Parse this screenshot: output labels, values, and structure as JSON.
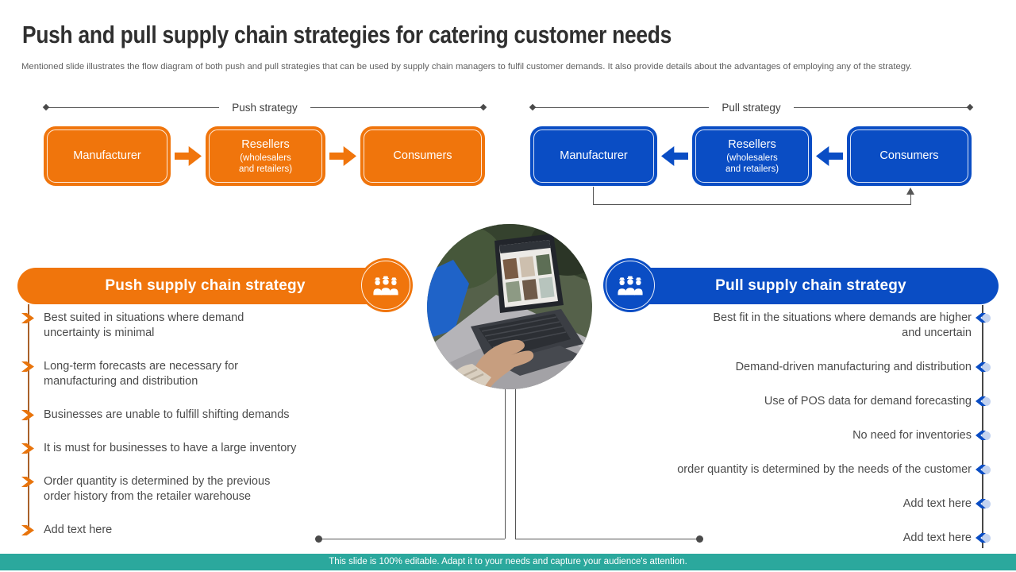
{
  "slide": {
    "title": "Push and pull supply chain strategies for catering customer needs",
    "subtitle": "Mentioned slide illustrates the flow diagram of both push and pull strategies that can be used by supply chain managers to fulfil customer demands. It also provide details about the advantages of employing any of the strategy.",
    "footer": "This slide is 100% editable. Adapt it to your needs and capture your audience's attention."
  },
  "colors": {
    "orange": "#F0750C",
    "blue": "#0A4DC4",
    "teal_footer": "#2BA89D",
    "connector_gray": "#555555",
    "push_line_brown": "#A9612B",
    "body_text": "#4B4B4B"
  },
  "push_flow": {
    "label": "Push strategy",
    "nodes": [
      {
        "title": "Manufacturer"
      },
      {
        "title": "Resellers",
        "subtitle": "(wholesalers\nand retailers)"
      },
      {
        "title": "Consumers"
      }
    ]
  },
  "pull_flow": {
    "label": "Pull strategy",
    "nodes": [
      {
        "title": "Manufacturer"
      },
      {
        "title": "Resellers",
        "subtitle": "(wholesalers\nand retailers)"
      },
      {
        "title": "Consumers"
      }
    ]
  },
  "push_panel": {
    "title": "Push supply chain strategy",
    "icon": "people-group-icon",
    "items": [
      "Best suited in situations where demand\nuncertainty is minimal",
      "Long-term forecasts are necessary for\nmanufacturing and distribution",
      "Businesses are unable to fulfill shifting demands",
      "It is must for businesses to have a large inventory",
      "Order quantity is determined by the previous\norder history from the retailer warehouse",
      "Add text here"
    ]
  },
  "pull_panel": {
    "title": "Pull supply chain strategy",
    "icon": "people-group-icon",
    "items": [
      "Best fit in the situations where demands are higher\nand uncertain",
      "Demand-driven manufacturing and distribution",
      "Use of POS data for demand forecasting",
      "No need for inventories",
      "order quantity is determined by the needs of the customer",
      "Add text here",
      "Add text here"
    ]
  }
}
